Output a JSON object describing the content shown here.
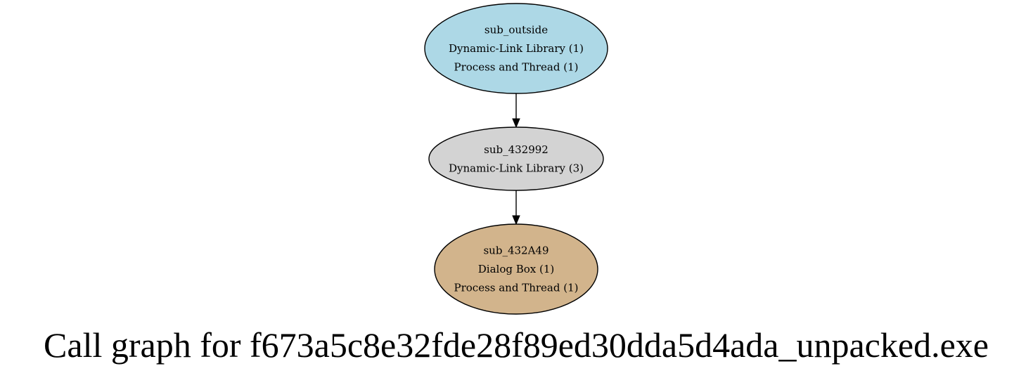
{
  "title": "Call graph for f673a5c8e32fde28f89ed30dda5d4ada_unpacked.exe",
  "nodes": [
    {
      "id": "sub_outside",
      "lines": [
        "sub_outside",
        "Dynamic-Link Library (1)",
        "Process and Thread (1)"
      ],
      "fill": "#add8e6"
    },
    {
      "id": "sub_432992",
      "lines": [
        "sub_432992",
        "Dynamic-Link Library (3)"
      ],
      "fill": "#d3d3d3"
    },
    {
      "id": "sub_432A49",
      "lines": [
        "sub_432A49",
        "Dialog Box (1)",
        "Process and Thread (1)"
      ],
      "fill": "#d2b48c"
    }
  ],
  "edges": [
    {
      "from": "sub_outside",
      "to": "sub_432992"
    },
    {
      "from": "sub_432992",
      "to": "sub_432A49"
    }
  ]
}
